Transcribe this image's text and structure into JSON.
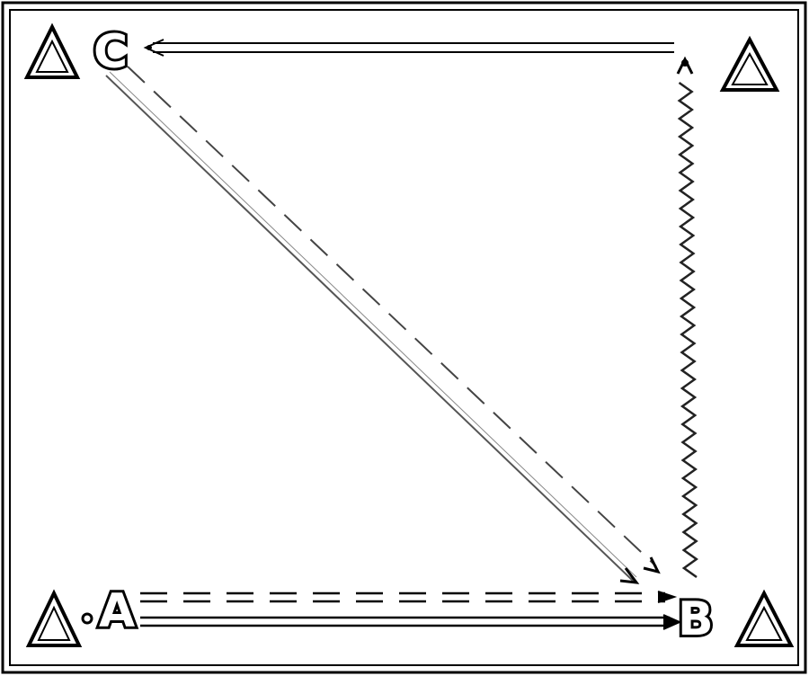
{
  "diagram": {
    "nodes": [
      {
        "id": "A",
        "label": "A"
      },
      {
        "id": "B",
        "label": "B"
      },
      {
        "id": "C",
        "label": "C"
      }
    ],
    "corner_markers": [
      {
        "name": "corner-triangle-top-left",
        "icon": "triangle-outline-icon"
      },
      {
        "name": "corner-triangle-top-right",
        "icon": "triangle-outline-icon"
      },
      {
        "name": "corner-triangle-bottom-left",
        "icon": "triangle-outline-icon"
      },
      {
        "name": "corner-triangle-bottom-right",
        "icon": "triangle-outline-icon"
      }
    ],
    "edges": [
      {
        "from": "A",
        "to": "B",
        "style": "dashed-double"
      },
      {
        "from": "A",
        "to": "B",
        "style": "solid-double"
      },
      {
        "from": "B",
        "to": "C",
        "style": "wavy"
      },
      {
        "from": "C",
        "to": "B",
        "style": "solid"
      },
      {
        "from": "C",
        "to": "B",
        "style": "dashed"
      },
      {
        "from": "B",
        "to": "C",
        "style": "solid-double"
      }
    ],
    "colors": {
      "line": "#000000",
      "background": "#ffffff"
    }
  }
}
